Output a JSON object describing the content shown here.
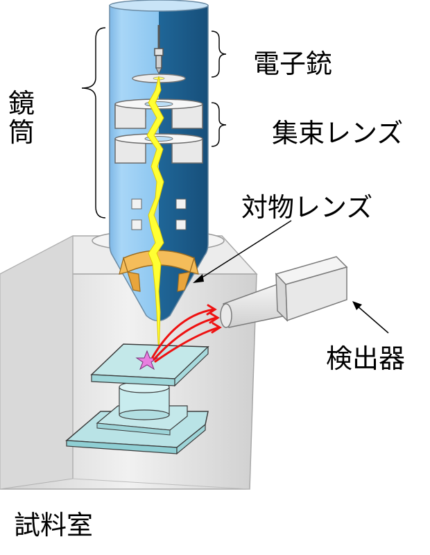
{
  "labels": {
    "electron_gun": "電子銃",
    "condenser_lens": "集束レンズ",
    "objective_lens": "対物レンズ",
    "detector": "検出器",
    "column_char_1": "鏡",
    "column_char_2": "筒",
    "sample_chamber": "試料室"
  },
  "colors": {
    "column_light": "#9fd0f3",
    "column_dark": "#1c5f8f",
    "beam": "#ffff33",
    "beam_edge": "#e0c800",
    "chamber": "#e6e6e6",
    "stage": "#c9ecec",
    "emission_arrows": "#ee1111",
    "sample_star": "#e87fe0",
    "objective_lens": "#f0b450"
  }
}
